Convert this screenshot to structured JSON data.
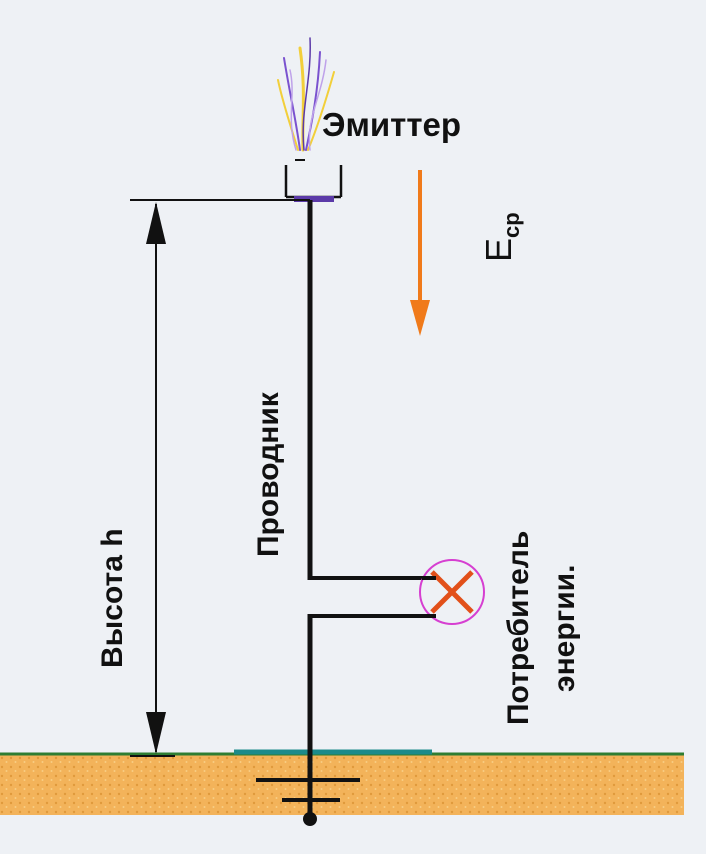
{
  "labels": {
    "emitter": "Эмиттер",
    "field": "E",
    "field_subscript": "ср",
    "conductor": "Проводник",
    "height": "Высота h",
    "consumer_line1": "Потребитель",
    "consumer_line2": "энергии."
  },
  "colors": {
    "background": "#eef1f5",
    "wire": "#111111",
    "field_arrow": "#f07a1a",
    "lamp_circle": "#d63fd1",
    "lamp_cross": "#e2501a",
    "ground": "#f3b35a",
    "ground_dots": "#e09a3c",
    "grass": "#2e7d32",
    "ground_plate": "#1c8a8a",
    "emitter_tip": "#5b3aa8"
  }
}
